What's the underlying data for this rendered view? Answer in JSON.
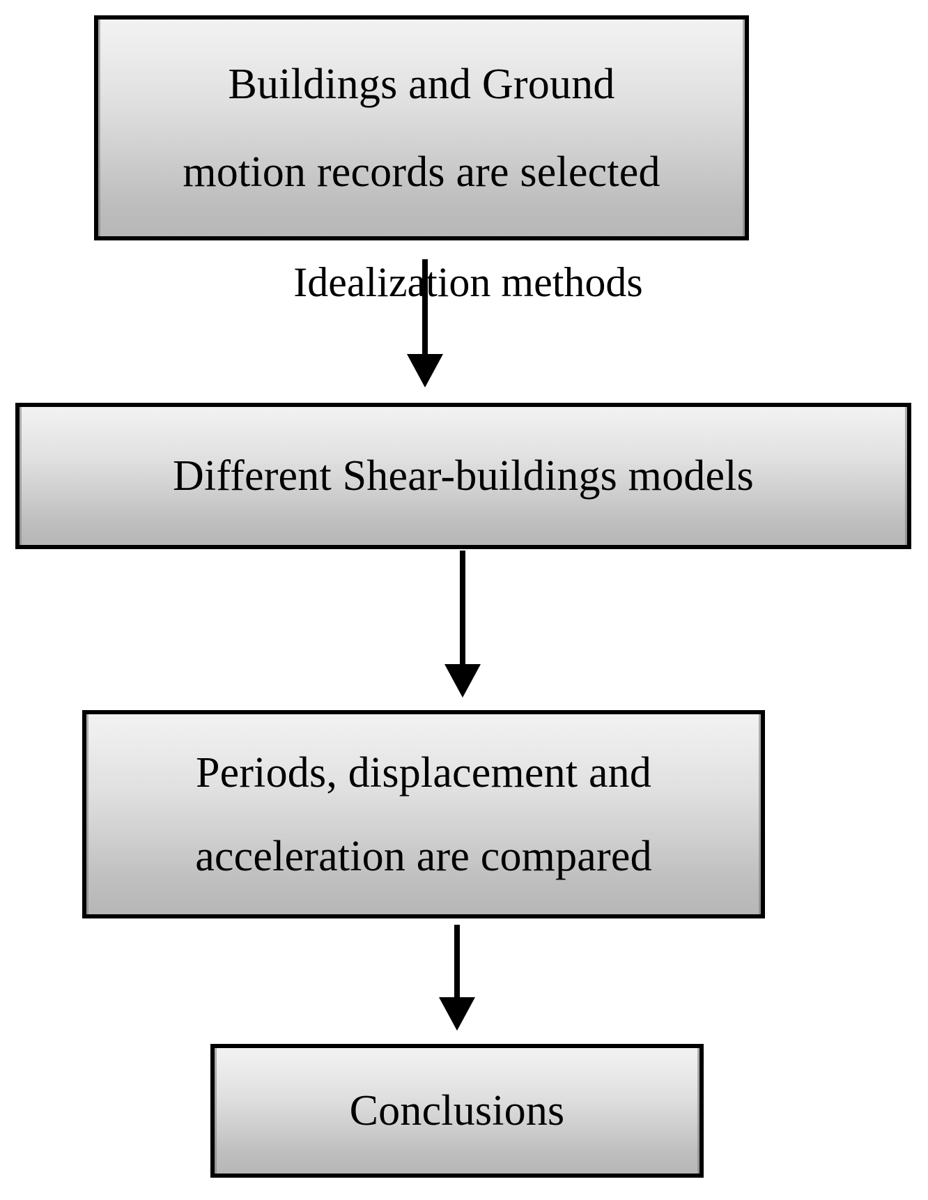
{
  "diagram": {
    "title": "Research methodology flowchart",
    "orientation": "top-to-bottom",
    "background_color": "#ffffff",
    "node_border_color": "#000000",
    "node_fill_top_color": "#f2f2f2",
    "node_fill_bottom_color": "#b7b7b7",
    "text_color": "#000000",
    "nodes": [
      {
        "id": "node-1",
        "shape": "rectangle",
        "lines": [
          "Buildings and Ground",
          "motion records are selected"
        ]
      },
      {
        "id": "node-2",
        "shape": "rectangle",
        "lines": [
          "Different Shear-buildings models"
        ]
      },
      {
        "id": "node-3",
        "shape": "rectangle",
        "lines": [
          "Periods, displacement and",
          "acceleration are compared"
        ]
      },
      {
        "id": "node-4",
        "shape": "rectangle",
        "lines": [
          "Conclusions"
        ]
      }
    ],
    "edges": [
      {
        "id": "arrow-1",
        "from": "node-1",
        "to": "node-2",
        "label": "Idealization methods",
        "arrowhead": "filled-triangle-down"
      },
      {
        "id": "arrow-2",
        "from": "node-2",
        "to": "node-3",
        "label": "",
        "arrowhead": "filled-triangle-down"
      },
      {
        "id": "arrow-3",
        "from": "node-3",
        "to": "node-4",
        "label": "",
        "arrowhead": "filled-triangle-down"
      }
    ]
  }
}
